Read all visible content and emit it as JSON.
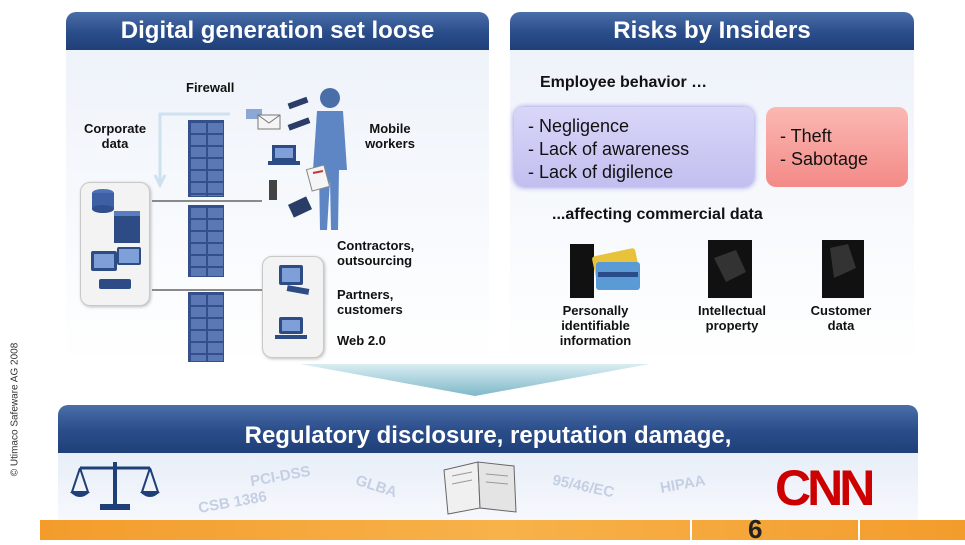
{
  "left_panel": {
    "title": "Digital generation set loose",
    "labels": {
      "firewall": "Firewall",
      "corporate_data": "Corporate data",
      "mobile_workers": "Mobile workers",
      "contractors": "Contractors, outsourcing",
      "partners": "Partners, customers",
      "web20": "Web 2.0"
    }
  },
  "right_panel": {
    "title": "Risks by Insiders",
    "subtitle": "Employee behavior …",
    "behaviors_left": [
      "- Negligence",
      "- Lack of awareness",
      "- Lack of digilence"
    ],
    "behaviors_right": [
      "- Theft",
      "- Sabotage"
    ],
    "affecting": "...affecting commercial data",
    "data_types": [
      {
        "label": "Personally identifiable information"
      },
      {
        "label": "Intellectual property"
      },
      {
        "label": "Customer data"
      }
    ]
  },
  "bottom": {
    "title": "Regulatory disclosure, reputation damage,",
    "tags": [
      "PCI-DSS",
      "CSB 1386",
      "GLBA",
      "95/46/EC",
      "HIPAA"
    ],
    "logo_text": "CNN"
  },
  "copyright": "© Utimaco Safeware AG 2008",
  "page_number": "6",
  "colors": {
    "header_blue": "#2a4d8a",
    "orange_footer": "#f39c2c",
    "purple_box": "#c9c6f4",
    "red_box": "#f79a9a",
    "cnn_red": "#cc0000"
  }
}
